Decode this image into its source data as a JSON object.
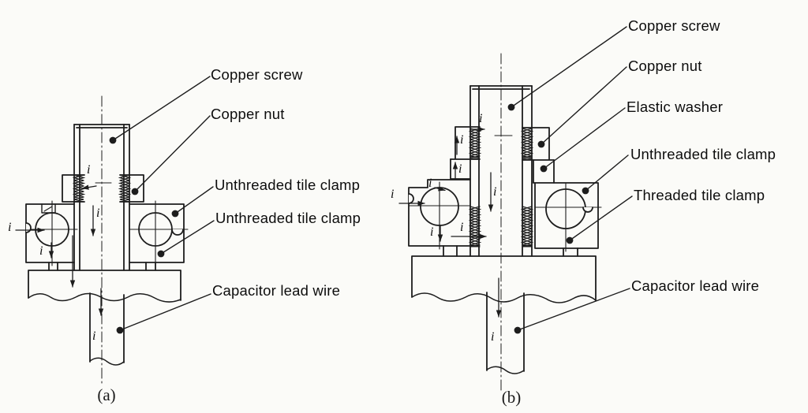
{
  "figure": {
    "background": "#fbfbf8",
    "ink": "#1d1d1d",
    "current_symbol": "i",
    "diagram_a": {
      "caption": "(a)",
      "labels": {
        "copper_screw": "Copper screw",
        "copper_nut": "Copper nut",
        "unthreaded_tile_clamp_upper": "Unthreaded tile clamp",
        "unthreaded_tile_clamp_lower": "Unthreaded tile clamp",
        "capacitor_lead_wire": "Capacitor lead wire"
      }
    },
    "diagram_b": {
      "caption": "(b)",
      "labels": {
        "copper_screw": "Copper screw",
        "copper_nut": "Copper nut",
        "elastic_washer": "Elastic washer",
        "unthreaded_tile_clamp": "Unthreaded tile clamp",
        "threaded_tile_clamp": "Threaded tile clamp",
        "capacitor_lead_wire": "Capacitor lead wire"
      }
    }
  }
}
